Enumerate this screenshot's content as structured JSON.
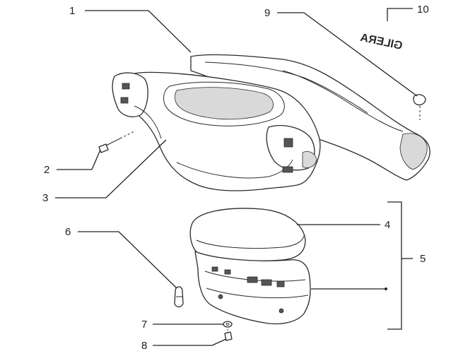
{
  "diagram": {
    "callouts": [
      {
        "id": "1",
        "label": "1"
      },
      {
        "id": "2",
        "label": "2"
      },
      {
        "id": "3",
        "label": "3"
      },
      {
        "id": "4",
        "label": "4"
      },
      {
        "id": "5",
        "label": "5"
      },
      {
        "id": "6",
        "label": "6"
      },
      {
        "id": "7",
        "label": "7"
      },
      {
        "id": "8",
        "label": "8"
      },
      {
        "id": "9",
        "label": "9"
      },
      {
        "id": "10",
        "label": "10"
      }
    ],
    "badge_text": "GILERA",
    "colors": {
      "line": "#2a2a2a",
      "background": "#ffffff",
      "shade": "#d9d9d9"
    }
  }
}
